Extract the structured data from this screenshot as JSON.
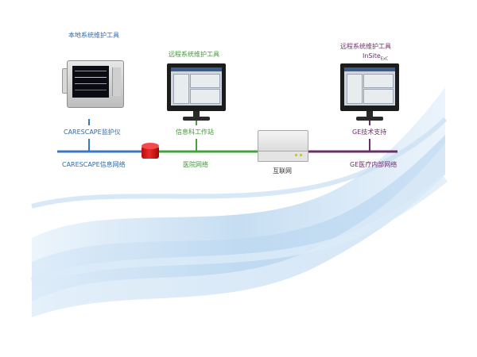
{
  "labels": {
    "local_tool": "本地系统维护工具",
    "remote_tool_center": "远程系统维护工具",
    "remote_tool_right": "远程系统维护工具",
    "insite": "InSite",
    "insite_sub": "ExC",
    "monitor": "CARESCAPE监护仪",
    "workstation": "信息科工作站",
    "ge_support": "GE技术支持",
    "carescape_network": "CARESCAPE信息网络",
    "hospital_network": "医院网络",
    "ge_network": "GE医疗内部网络",
    "internet": "互联网"
  },
  "colors": {
    "carescape_line": "#3a78c4",
    "hospital_line": "#3fa53a",
    "ge_line": "#6a2f68",
    "firewall": "#e02020"
  },
  "icons": {
    "patient_monitor": "patient-monitor-icon",
    "workstation_center": "workstation-monitor-icon",
    "workstation_right": "workstation-monitor-icon",
    "firewall": "firewall-icon",
    "server": "server-box-icon"
  }
}
